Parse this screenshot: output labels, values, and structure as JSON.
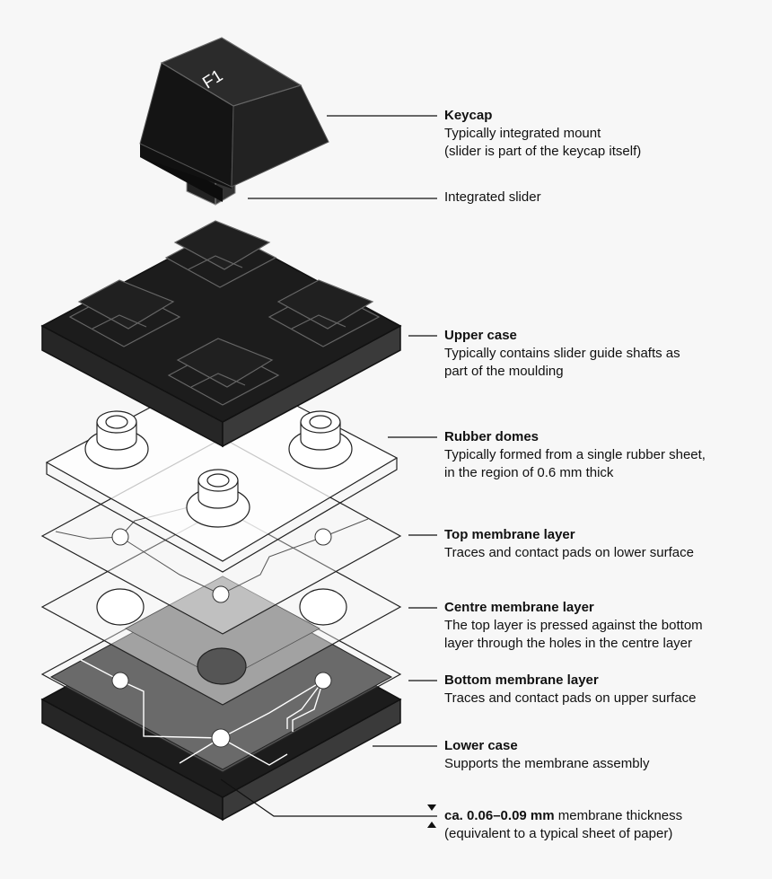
{
  "keycap_legend": "F1",
  "labels": {
    "keycap": {
      "title": "Keycap",
      "lines": [
        "Typically integrated mount",
        "(slider is part of the keycap itself)"
      ]
    },
    "slider": {
      "title": "",
      "lines": [
        "Integrated slider"
      ]
    },
    "upper_case": {
      "title": "Upper case",
      "lines": [
        "Typically contains slider guide shafts as",
        "part of the moulding"
      ]
    },
    "rubber_domes": {
      "title": "Rubber domes",
      "lines": [
        "Typically formed from a single rubber sheet,",
        "in the region of 0.6 mm thick"
      ]
    },
    "top_membrane": {
      "title": "Top membrane layer",
      "lines": [
        "Traces and contact pads on lower surface"
      ]
    },
    "centre_membrane": {
      "title": "Centre membrane layer",
      "lines": [
        "The top layer is pressed against the bottom",
        "layer through the holes in the centre layer"
      ]
    },
    "bottom_membrane": {
      "title": "Bottom membrane layer",
      "lines": [
        "Traces and contact pads on upper surface"
      ]
    },
    "lower_case": {
      "title": "Lower case",
      "lines": [
        "Supports the membrane assembly"
      ]
    },
    "thickness": {
      "title": "ca. 0.06–0.09 mm",
      "title_suffix": " membrane thickness",
      "lines": [
        "(equivalent to a typical sheet of paper)"
      ]
    }
  },
  "colors": {
    "background": "#f7f7f7",
    "case_black": "#1c1c1c",
    "case_side": "#333333",
    "membrane_stroke": "#222222",
    "bottom_grey": "#6a6a6a",
    "centre_grey": "#a3a3a3"
  }
}
